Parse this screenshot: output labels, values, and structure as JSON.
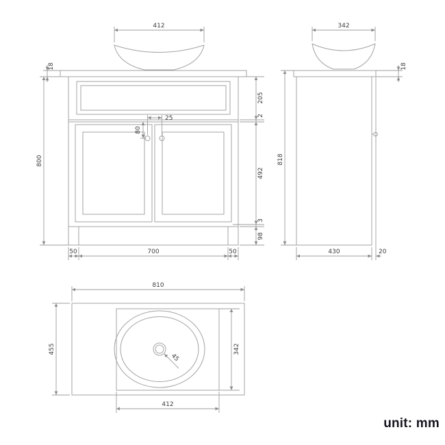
{
  "unit_label": "unit: mm",
  "colors": {
    "line": "#a3a3a3",
    "dim_line": "#9c9c9c",
    "dim_text": "#3d3d3d",
    "background": "#ffffff"
  },
  "front_view": {
    "dims": {
      "basin_width": "412",
      "counter_thickness": "18",
      "cabinet_height": "800",
      "top_section_height": "205",
      "top_gap": "2",
      "door_height": "492",
      "bottom_gap": "3",
      "plinth_height": "98",
      "left_leg_width": "50",
      "door_span": "700",
      "right_leg_width": "50",
      "knob_drop": "80",
      "knob_spacing": "25"
    }
  },
  "side_view": {
    "dims": {
      "basin_depth": "342",
      "counter_thickness": "18",
      "total_height": "818",
      "cabinet_depth": "430",
      "counter_overhang": "20"
    }
  },
  "top_view": {
    "dims": {
      "counter_width": "810",
      "counter_depth": "455",
      "cutout_depth": "342",
      "cutout_width": "412",
      "drain_offset": "45"
    }
  }
}
